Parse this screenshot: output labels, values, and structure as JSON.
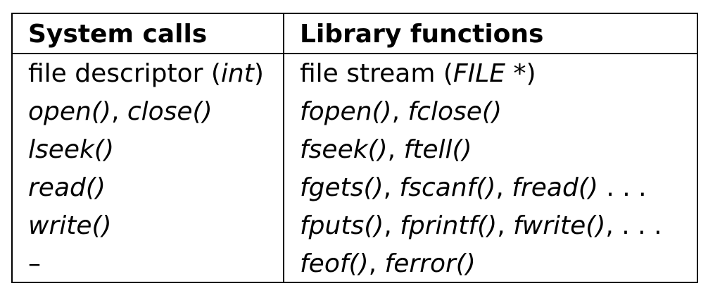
{
  "table": {
    "headers": [
      "System calls",
      "Library functions"
    ],
    "rows": [
      {
        "system": [
          {
            "text": "file descriptor (",
            "italic": false
          },
          {
            "text": "int",
            "italic": true
          },
          {
            "text": ")",
            "italic": false
          }
        ],
        "library": [
          {
            "text": "file stream (",
            "italic": false
          },
          {
            "text": "FILE *",
            "italic": true
          },
          {
            "text": ")",
            "italic": false
          }
        ]
      },
      {
        "system": [
          {
            "text": "open()",
            "italic": true
          },
          {
            "text": ", ",
            "italic": false
          },
          {
            "text": "close()",
            "italic": true
          }
        ],
        "library": [
          {
            "text": "fopen()",
            "italic": true
          },
          {
            "text": ", ",
            "italic": false
          },
          {
            "text": "fclose()",
            "italic": true
          }
        ]
      },
      {
        "system": [
          {
            "text": "lseek()",
            "italic": true
          }
        ],
        "library": [
          {
            "text": "fseek()",
            "italic": true
          },
          {
            "text": ", ",
            "italic": false
          },
          {
            "text": "ftell()",
            "italic": true
          }
        ]
      },
      {
        "system": [
          {
            "text": "read()",
            "italic": true
          }
        ],
        "library": [
          {
            "text": "fgets()",
            "italic": true
          },
          {
            "text": ", ",
            "italic": false
          },
          {
            "text": "fscanf()",
            "italic": true
          },
          {
            "text": ", ",
            "italic": false
          },
          {
            "text": "fread()",
            "italic": true
          },
          {
            "text": " . . .",
            "italic": false
          }
        ]
      },
      {
        "system": [
          {
            "text": "write()",
            "italic": true
          }
        ],
        "library": [
          {
            "text": "fputs()",
            "italic": true
          },
          {
            "text": ", ",
            "italic": false
          },
          {
            "text": "fprintf()",
            "italic": true
          },
          {
            "text": ", ",
            "italic": false
          },
          {
            "text": "fwrite()",
            "italic": true
          },
          {
            "text": ", . . .",
            "italic": false
          }
        ]
      },
      {
        "system": [
          {
            "text": "–",
            "italic": false
          }
        ],
        "library": [
          {
            "text": "feof()",
            "italic": true
          },
          {
            "text": ", ",
            "italic": false
          },
          {
            "text": "ferror()",
            "italic": true
          }
        ]
      }
    ]
  }
}
